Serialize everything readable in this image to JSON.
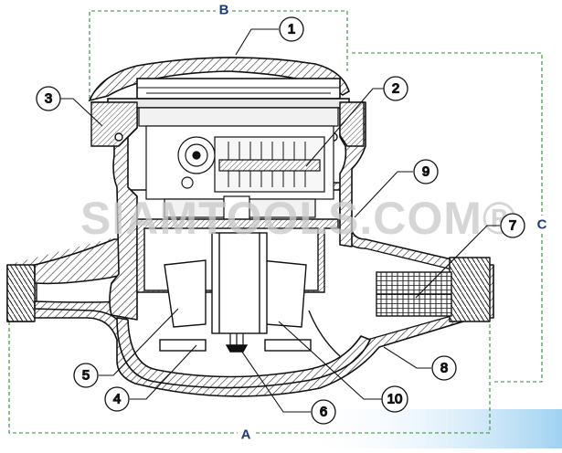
{
  "watermark": "SIAMTOOLS.COM®",
  "dimensions": {
    "a": "A",
    "b": "B",
    "c": "C"
  },
  "callouts": [
    {
      "n": "1"
    },
    {
      "n": "2"
    },
    {
      "n": "3"
    },
    {
      "n": "4"
    },
    {
      "n": "5"
    },
    {
      "n": "6"
    },
    {
      "n": "7"
    },
    {
      "n": "8"
    },
    {
      "n": "9"
    },
    {
      "n": "10"
    }
  ],
  "colors": {
    "line": "#111111",
    "dimension_line": "#2e8b2e",
    "dimension_letter": "#1f3a7a",
    "watermark": "#c9c9c9",
    "accent_bottom": "#8ec9ee"
  }
}
